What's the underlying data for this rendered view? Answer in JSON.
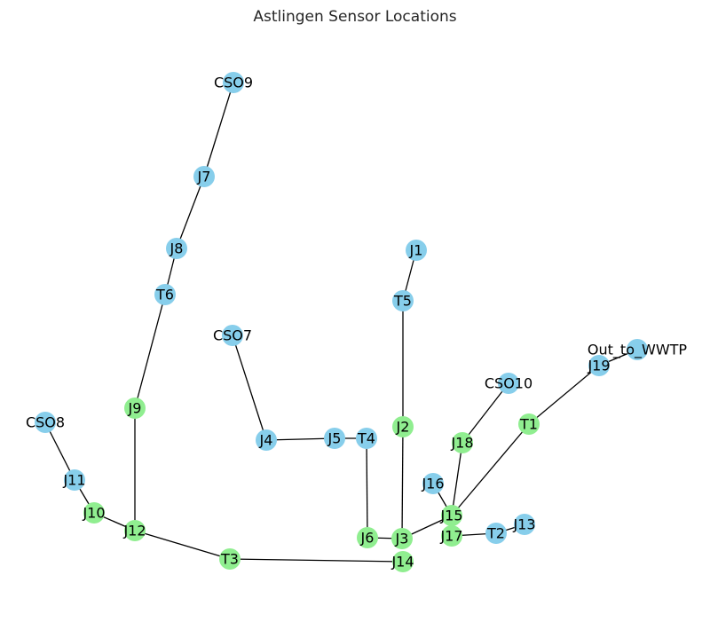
{
  "title": "Astlingen Sensor Locations",
  "colors": {
    "blue": "#87ceeb",
    "green": "#90ee90",
    "edge": "#000000"
  },
  "nodes": [
    {
      "id": "CSO9",
      "color": "blue"
    },
    {
      "id": "J7",
      "color": "blue"
    },
    {
      "id": "J8",
      "color": "blue"
    },
    {
      "id": "T6",
      "color": "blue"
    },
    {
      "id": "J9",
      "color": "green"
    },
    {
      "id": "J12",
      "color": "green"
    },
    {
      "id": "CSO8",
      "color": "blue"
    },
    {
      "id": "J11",
      "color": "blue"
    },
    {
      "id": "J10",
      "color": "green"
    },
    {
      "id": "T3",
      "color": "green"
    },
    {
      "id": "J14",
      "color": "green"
    },
    {
      "id": "CSO7",
      "color": "blue"
    },
    {
      "id": "J4",
      "color": "blue"
    },
    {
      "id": "J5",
      "color": "blue"
    },
    {
      "id": "T4",
      "color": "blue"
    },
    {
      "id": "J6",
      "color": "green"
    },
    {
      "id": "J3",
      "color": "green"
    },
    {
      "id": "J1",
      "color": "blue"
    },
    {
      "id": "T5",
      "color": "blue"
    },
    {
      "id": "J2",
      "color": "green"
    },
    {
      "id": "CSO10",
      "color": "blue"
    },
    {
      "id": "J18",
      "color": "green"
    },
    {
      "id": "J16",
      "color": "blue"
    },
    {
      "id": "J15",
      "color": "green"
    },
    {
      "id": "J17",
      "color": "green"
    },
    {
      "id": "T2",
      "color": "blue"
    },
    {
      "id": "J13",
      "color": "blue"
    },
    {
      "id": "T1",
      "color": "green"
    },
    {
      "id": "J19",
      "color": "blue"
    },
    {
      "id": "Out_to_WWTP",
      "color": "blue"
    }
  ],
  "edges": [
    [
      "CSO9",
      "J7"
    ],
    [
      "J7",
      "J8"
    ],
    [
      "J8",
      "T6"
    ],
    [
      "T6",
      "J9"
    ],
    [
      "J9",
      "J12"
    ],
    [
      "CSO8",
      "J11"
    ],
    [
      "J11",
      "J10"
    ],
    [
      "J10",
      "J12"
    ],
    [
      "J12",
      "T3"
    ],
    [
      "T3",
      "J14"
    ],
    [
      "CSO7",
      "J4"
    ],
    [
      "J4",
      "J5"
    ],
    [
      "J5",
      "T4"
    ],
    [
      "T4",
      "J6"
    ],
    [
      "J6",
      "J3"
    ],
    [
      "J1",
      "T5"
    ],
    [
      "T5",
      "J2"
    ],
    [
      "J2",
      "J3"
    ],
    [
      "J3",
      "J15"
    ],
    [
      "CSO10",
      "J18"
    ],
    [
      "J18",
      "J15"
    ],
    [
      "J16",
      "J15"
    ],
    [
      "J15",
      "T1"
    ],
    [
      "T1",
      "J19"
    ],
    [
      "J19",
      "Out_to_WWTP"
    ],
    [
      "J17",
      "T2"
    ],
    [
      "T2",
      "J13"
    ]
  ]
}
